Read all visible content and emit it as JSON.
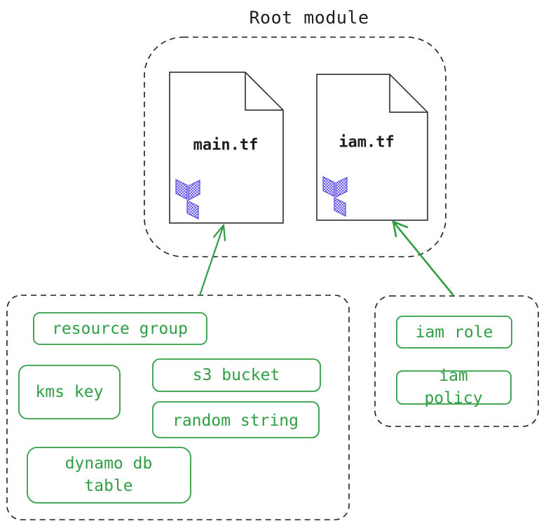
{
  "diagram": {
    "title": "Root module",
    "files": [
      {
        "id": "main",
        "label": "main.tf",
        "icon": "terraform-logo"
      },
      {
        "id": "iam",
        "label": "iam.tf",
        "icon": "terraform-logo"
      }
    ],
    "left_group": {
      "items": [
        {
          "label": "resource group"
        },
        {
          "label": "kms key"
        },
        {
          "label": "s3 bucket"
        },
        {
          "label": "random string"
        },
        {
          "label": "dynamo db\ntable"
        }
      ]
    },
    "right_group": {
      "items": [
        {
          "label": "iam role"
        },
        {
          "label": "iam policy"
        }
      ]
    },
    "arrows": [
      {
        "from": "left_group",
        "to": "main"
      },
      {
        "from": "right_group",
        "to": "iam"
      }
    ]
  },
  "colors": {
    "green": "#2f9e44",
    "stroke": "#1e1e1e",
    "terraform": "#5b4de0"
  }
}
